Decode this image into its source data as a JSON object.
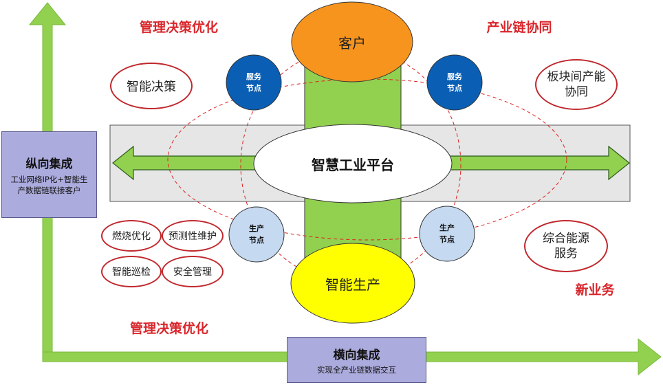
{
  "customer": "客户",
  "platform": "智慧工业平台",
  "production": "智能生产",
  "service_node": [
    "服务",
    "节点"
  ],
  "production_node": [
    "生产",
    "节点"
  ],
  "labels": {
    "mgmt_top": "管理决策优化",
    "mgmt_bottom": "管理决策优化",
    "industry_chain": "产业链协同",
    "new_business": "新业务"
  },
  "vertical": {
    "title": "纵向集成",
    "subtitle_l1": "工业网络IP化+智能生",
    "subtitle_l2": "产数据链联接客户"
  },
  "horizontal": {
    "title": "横向集成",
    "subtitle": "实现全产业链数据交互"
  },
  "ovals": {
    "smart_decision": "智能决策",
    "plate_l1": "板块间产能",
    "plate_l2": "协同",
    "energy_l1": "综合能源",
    "energy_l2": "服务",
    "combustion": "燃烧优化",
    "predictive": "预测性维护",
    "patrol": "智能巡检",
    "safety": "安全管理"
  },
  "colors": {
    "arrow_green": "#92d050",
    "customer_orange": "#f7941d",
    "production_yellow": "#ffff00",
    "service_blue": "#0a5fb4",
    "production_node_blue": "#c5d9f1",
    "accent_red": "#d9262b",
    "box_purple": "#ababdd"
  }
}
